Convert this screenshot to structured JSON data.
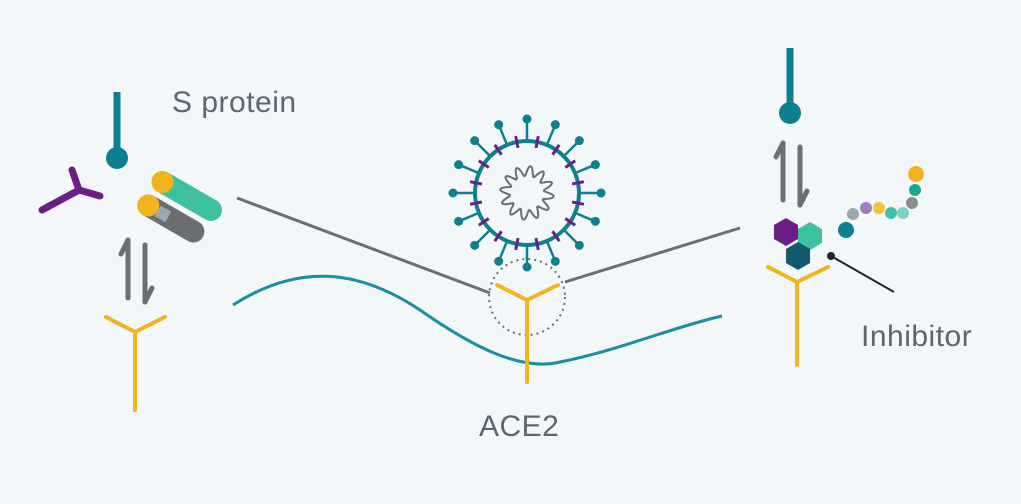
{
  "labels": {
    "s_protein": "S protein",
    "ace2": "ACE2",
    "inhibitor": "Inhibitor"
  },
  "colors": {
    "background": "#f4f7f9",
    "teal": "#0e7f90",
    "purple": "#6b1f86",
    "yellow": "#f2b31c",
    "green": "#3ec1a0",
    "gray": "#6c6f72",
    "dark_teal": "#12586e",
    "membrane": "#1a8fa0",
    "label_text": "#5a6770"
  },
  "icons": {
    "equilibrium_arrows": "double-harpoon-arrows",
    "virus": "coronavirus-particle",
    "receptor": "ace2-receptor-y",
    "antibody": "antibody-y",
    "inhibitor": "peptide-inhibitor-chain"
  }
}
